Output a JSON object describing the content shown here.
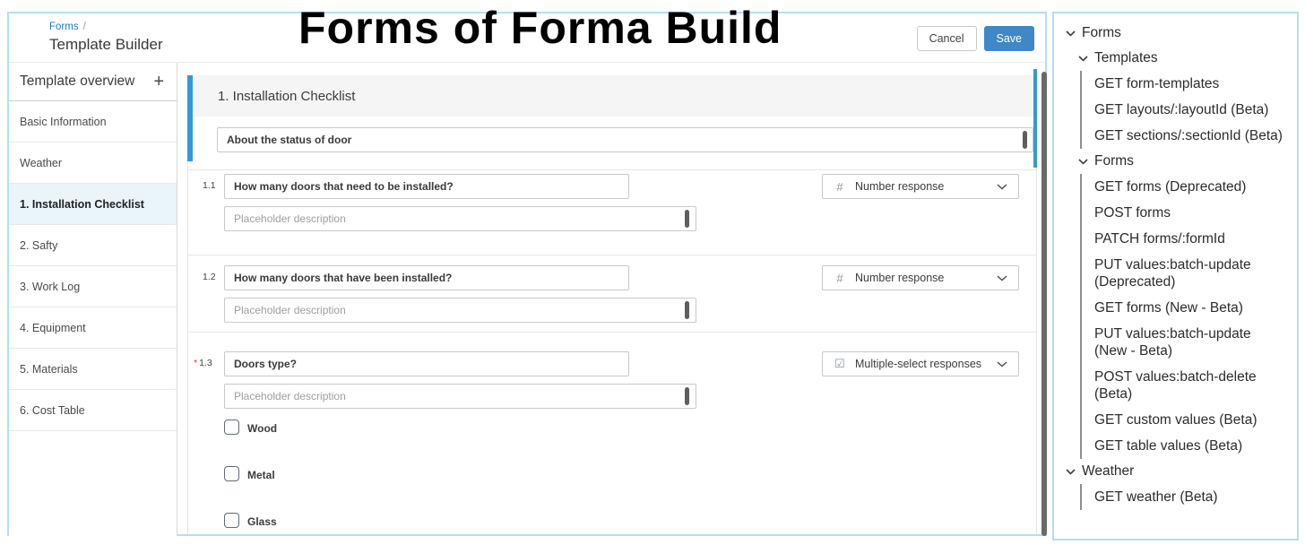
{
  "banner_title": "Forms of Forma Build",
  "header": {
    "breadcrumb": {
      "link_label": "Forms",
      "separator": "/"
    },
    "page_title": "Template Builder",
    "cancel_label": "Cancel",
    "save_label": "Save"
  },
  "sidebar": {
    "title": "Template overview",
    "add_icon_glyph": "+",
    "items": [
      {
        "label": "Basic Information"
      },
      {
        "label": "Weather"
      },
      {
        "label": "1. Installation Checklist",
        "active": true
      },
      {
        "label": "2. Safty"
      },
      {
        "label": "3. Work Log"
      },
      {
        "label": "4. Equipment"
      },
      {
        "label": "5. Materials"
      },
      {
        "label": "6. Cost Table"
      }
    ]
  },
  "section": {
    "title": "1. Installation Checklist",
    "description_value": "About the status of door",
    "questions": [
      {
        "number": "1.1",
        "text": "How many doors that need to be installed?",
        "description_placeholder": "Placeholder description",
        "response_type": "Number response",
        "type_icon_glyph": "#"
      },
      {
        "number": "1.2",
        "text": "How many doors that have been installed?",
        "description_placeholder": "Placeholder description",
        "response_type": "Number response",
        "type_icon_glyph": "#"
      },
      {
        "number": "1.3",
        "required_mark": "*",
        "text": "Doors type?",
        "description_placeholder": "Placeholder description",
        "response_type": "Multiple-select responses",
        "type_icon_glyph": "☑",
        "options": [
          {
            "label": "Wood"
          },
          {
            "label": "Metal"
          },
          {
            "label": "Glass"
          }
        ]
      }
    ]
  },
  "api_nav": {
    "rows": [
      {
        "label": "Forms"
      },
      {
        "label": "Templates"
      },
      {
        "label": "GET form-templates"
      },
      {
        "label": "GET layouts/:layoutId (Beta)"
      },
      {
        "label": "GET sections/:sectionId (Beta)"
      },
      {
        "label": "Forms"
      },
      {
        "label": "GET forms (Deprecated)"
      },
      {
        "label": "POST forms"
      },
      {
        "label": "PATCH forms/:formId"
      },
      {
        "label": "PUT values:batch-update (Deprecated)"
      },
      {
        "label": "GET forms (New - Beta)"
      },
      {
        "label": "PUT values:batch-update (New - Beta)"
      },
      {
        "label": "POST values:batch-delete (Beta)"
      },
      {
        "label": "GET custom values (Beta)"
      },
      {
        "label": "GET table values (Beta)"
      },
      {
        "label": "Weather"
      },
      {
        "label": "GET weather (Beta)"
      }
    ]
  },
  "colors": {
    "accent_blue": "#3598d8",
    "save_button_blue": "#3f87c6",
    "link_blue": "#1d78bf",
    "panel_border_blue": "#b5ddf5",
    "active_item_bg": "#e9f4fb",
    "required_red": "#d9363e"
  }
}
